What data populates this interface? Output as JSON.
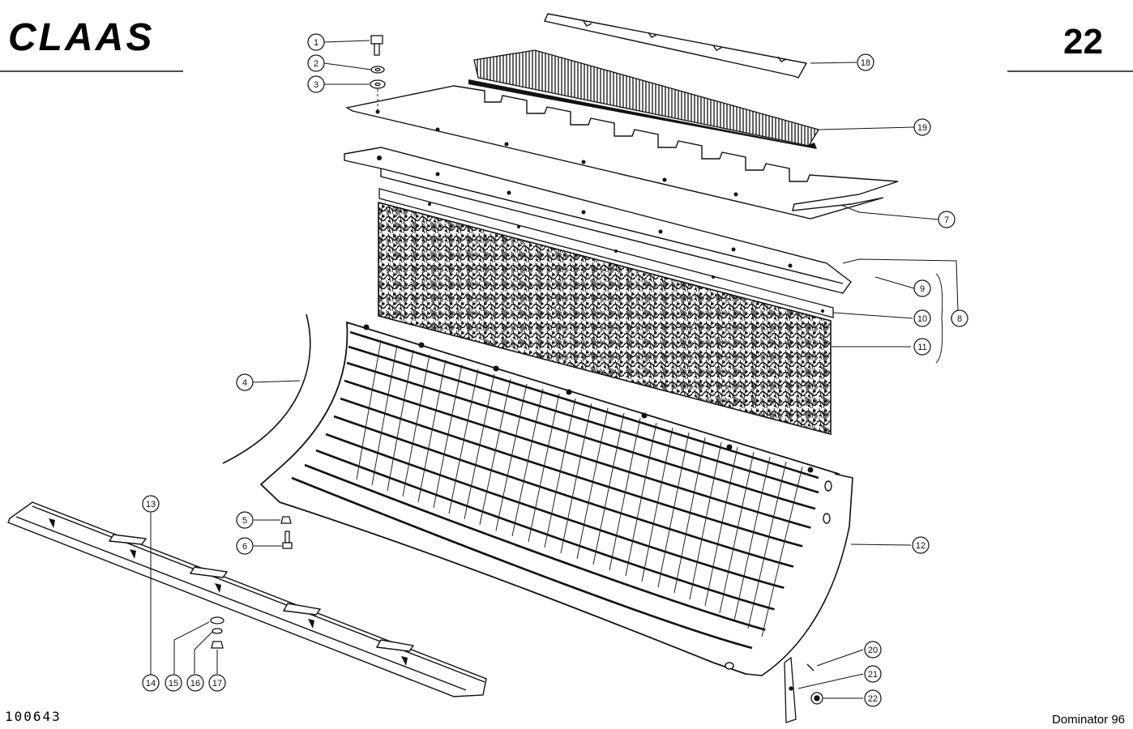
{
  "header": {
    "brand": "CLAAS",
    "page_number": "22"
  },
  "footer": {
    "drawing_number": "100643",
    "model": "Dominator 96"
  },
  "callouts": [
    {
      "id": "c1",
      "label": "1"
    },
    {
      "id": "c2",
      "label": "2"
    },
    {
      "id": "c3",
      "label": "3"
    },
    {
      "id": "c4",
      "label": "4"
    },
    {
      "id": "c5",
      "label": "5"
    },
    {
      "id": "c6",
      "label": "6"
    },
    {
      "id": "c7",
      "label": "7"
    },
    {
      "id": "c8",
      "label": "8"
    },
    {
      "id": "c9",
      "label": "9"
    },
    {
      "id": "c10",
      "label": "10"
    },
    {
      "id": "c11",
      "label": "11"
    },
    {
      "id": "c12",
      "label": "12"
    },
    {
      "id": "c13",
      "label": "13"
    },
    {
      "id": "c14",
      "label": "14"
    },
    {
      "id": "c15",
      "label": "15"
    },
    {
      "id": "c16",
      "label": "16"
    },
    {
      "id": "c17",
      "label": "17"
    },
    {
      "id": "c18",
      "label": "18"
    },
    {
      "id": "c19",
      "label": "19"
    },
    {
      "id": "c20",
      "label": "20"
    },
    {
      "id": "c21",
      "label": "21"
    },
    {
      "id": "c22",
      "label": "22"
    }
  ]
}
